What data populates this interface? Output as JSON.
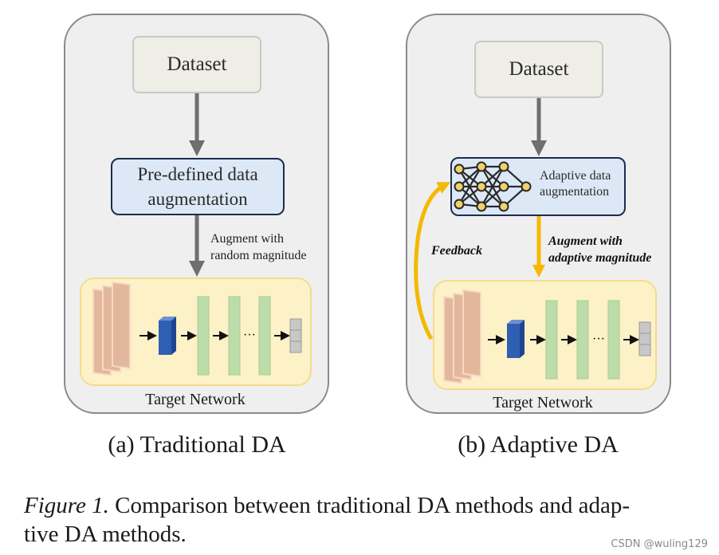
{
  "panel_a": {
    "dataset_label": "Dataset",
    "augmentation_line1": "Pre-defined data",
    "augmentation_line2": "augmentation",
    "arrow_label_line1": "Augment with",
    "arrow_label_line2": "random magnitude",
    "network_label": "Target Network",
    "ellipsis": "···",
    "subtitle": "(a) Traditional DA"
  },
  "panel_b": {
    "dataset_label": "Dataset",
    "augmentation_line1": "Adaptive data",
    "augmentation_line2": "augmentation",
    "arrow_label_line1": "Augment with",
    "arrow_label_line2": "adaptive magnitude",
    "feedback_label": "Feedback",
    "network_label": "Target Network",
    "ellipsis": "···",
    "subtitle": "(b) Adaptive DA"
  },
  "caption": {
    "figure_label": "Figure 1.",
    "line1_rest": " Comparison between traditional DA methods and adap-",
    "line2": "tive DA methods."
  },
  "watermark": "CSDN @wuling129",
  "colors": {
    "panel_bg": "#efefef",
    "panel_border": "#8a8a8a",
    "dataset_bg": "#eeede6",
    "augmentation_bg": "#dce8f5",
    "augmentation_border": "#1b2d4f",
    "network_bg": "#fdf1c7",
    "network_border": "#f3dc8a",
    "feature_map": "#e3b79b",
    "conv_block": "#2f5fb3",
    "fc_layer": "#bcdcaa",
    "output_cells": "#c8c8c8",
    "arrow_gray": "#6f6f6f",
    "arrow_feedback": "#f5b800",
    "nn_node": "#f1d26a",
    "nn_edge": "#2a2a2a"
  }
}
